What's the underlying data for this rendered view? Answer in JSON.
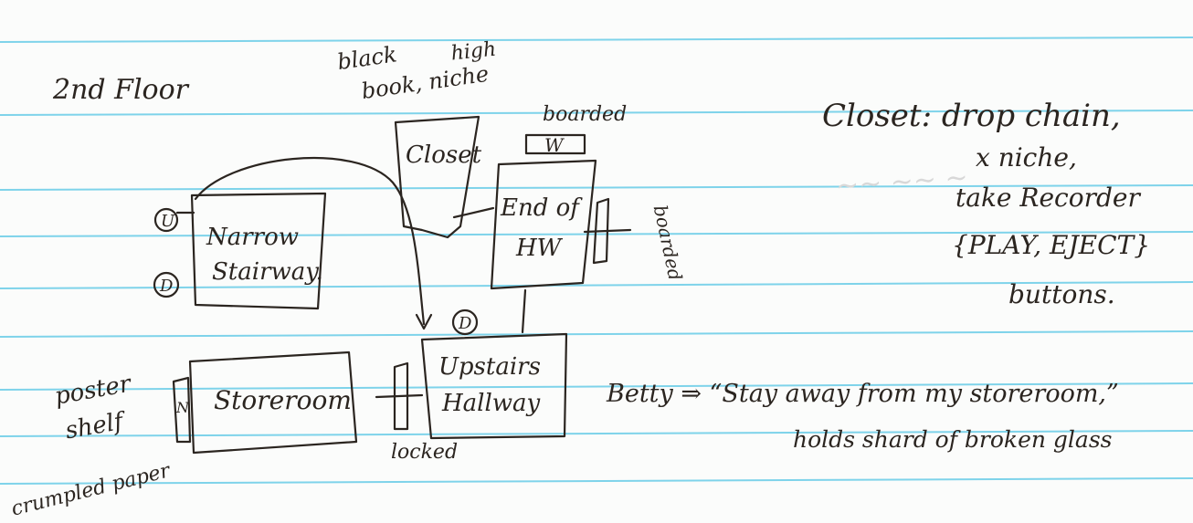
{
  "colors": {
    "paper": "#fbfcfb",
    "ruled_line": "#7ed3ea",
    "ink": "#2b2520"
  },
  "heading": "2nd Floor",
  "rooms": {
    "closet": "Closet",
    "end_of_hw": [
      "End of",
      "HW"
    ],
    "narrow_stairway": [
      "Narrow",
      "Stairway."
    ],
    "storeroom": "Storeroom",
    "upstairs_hallway": [
      "Upstairs",
      "Hallway"
    ]
  },
  "annotations": {
    "black_book": [
      "black",
      "book, niche"
    ],
    "high": "high",
    "boarded": "boarded",
    "boarded_side": "boarded",
    "locked": "locked",
    "poster": "poster",
    "shelf": "shelf",
    "crumpled_paper": "crumpled paper"
  },
  "markers": {
    "up": "U",
    "down_left": "D",
    "down_hall": "D",
    "window": "W",
    "door_n": "N"
  },
  "notes": {
    "closet_lines": [
      "Closet: drop chain,",
      "x niche,",
      "take Recorder",
      "{PLAY, EJECT}",
      "buttons."
    ],
    "betty_line": "Betty ⇒ “Stay away from my storeroom,”",
    "betty_line2": "holds shard of broken glass"
  }
}
